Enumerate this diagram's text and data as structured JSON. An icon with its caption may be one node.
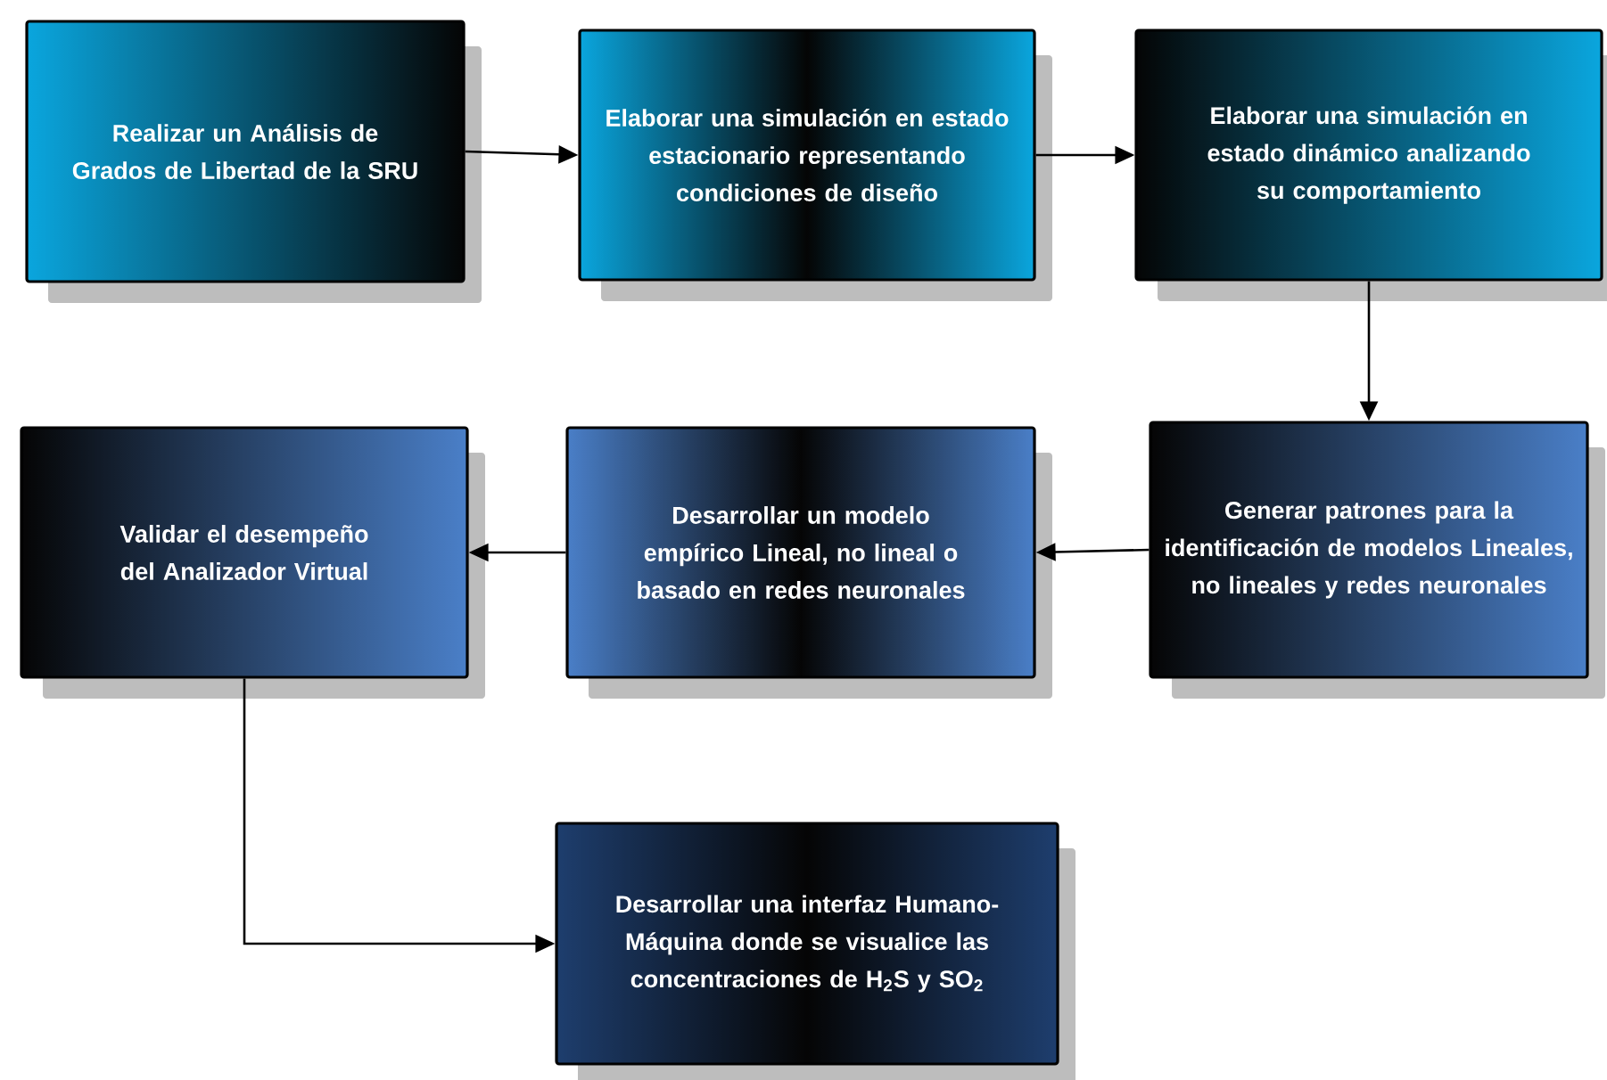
{
  "diagram": {
    "nodes": [
      {
        "text": [
          "Realizar un Análisis de Grados de Libertad de la SRU"
        ]
      },
      {
        "text": [
          "Elaborar una simulación en estado estacionario representando condiciones de diseño"
        ]
      },
      {
        "text": [
          "Elaborar una simulación en estado dinámico analizando su comportamiento"
        ]
      },
      {
        "text": [
          "Validar el desempeño del Analizador Virtual"
        ]
      },
      {
        "text": [
          "Desarrollar un modelo empírico Lineal, no lineal o basado en redes neuronales"
        ]
      },
      {
        "text": [
          "Generar patrones para la identificación de modelos Lineales, no lineales y redes neuronales"
        ]
      },
      {
        "text": [
          "Desarrollar una interfaz Humano-Máquina donde se visualice las concentraciones de H$_{2}$S y SO$_{2}$"
        ]
      }
    ],
    "edges": [
      {
        "from": 0,
        "to": 1,
        "arrow": "to"
      },
      {
        "from": 1,
        "to": 2,
        "arrow": "to"
      },
      {
        "from": 2,
        "to": 5,
        "arrow": "to"
      },
      {
        "from": 5,
        "to": 4,
        "arrow": "to"
      },
      {
        "from": 4,
        "to": 3,
        "arrow": "to"
      },
      {
        "from": 3,
        "to": 6,
        "arrow": "to"
      }
    ]
  }
}
